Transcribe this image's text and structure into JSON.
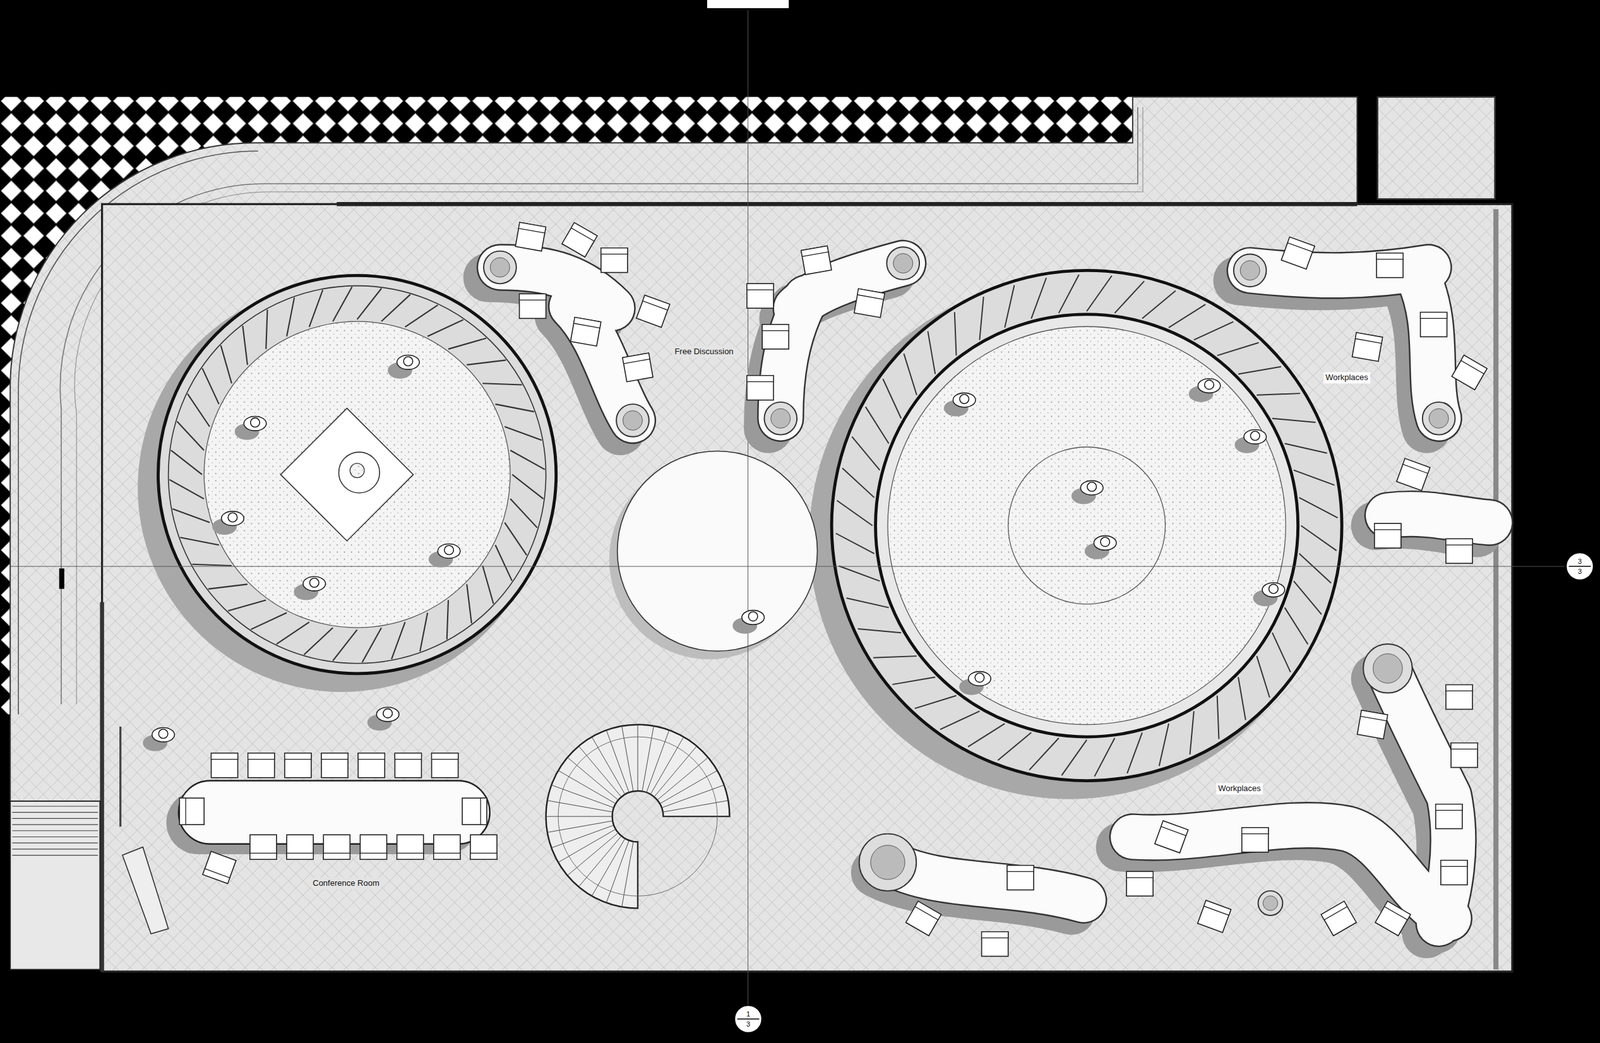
{
  "diagram": {
    "nodes": [
      {
        "text": [
          "3",
          "3"
        ]
      },
      {
        "text": [
          "1",
          "3"
        ]
      }
    ],
    "labels": [
      "Free Discussion",
      "Workplaces",
      "Workplaces",
      "Conference Room"
    ]
  }
}
